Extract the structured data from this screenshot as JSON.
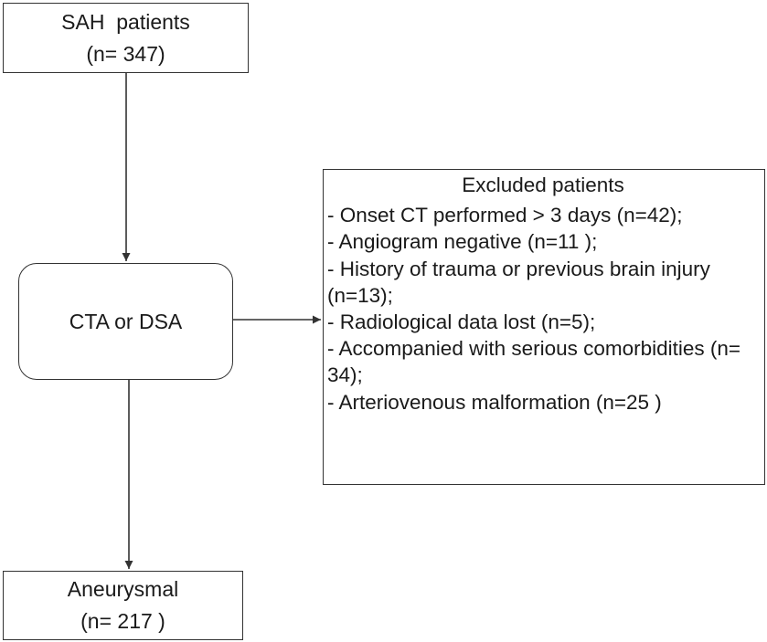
{
  "nodes": {
    "sah": {
      "line1": "SAH  patients",
      "line2": "(n= 347)"
    },
    "cta": {
      "label": "CTA or DSA"
    },
    "aneurysmal": {
      "line1": "Aneurysmal",
      "line2": "(n= 217 )"
    },
    "excluded": {
      "title": "Excluded patients",
      "items": [
        "- Onset CT performed > 3 days (n=42);",
        "- Angiogram negative (n=11 );",
        "- History of trauma or previous brain injury (n=13);",
        "- Radiological data lost (n=5);",
        "- Accompanied with serious comorbidities (n= 34);",
        "- Arteriovenous malformation (n=25 )"
      ]
    }
  },
  "colors": {
    "stroke": "#333333",
    "text": "#1a1a1a",
    "background": "#ffffff"
  }
}
